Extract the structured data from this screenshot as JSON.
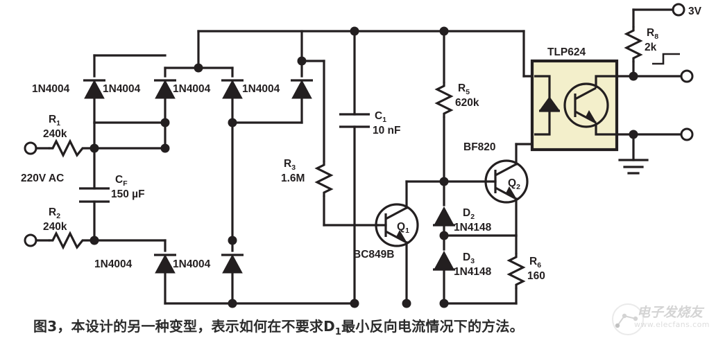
{
  "figure": {
    "title": "图3，本设计的另一种变型，表示如何在不要求D",
    "title_sub": "1",
    "title_rest": "最小反向电流情况下的方法。",
    "caption_full": "图3，本设计的另一种变型，表示如何在不要求D1最小反向电流情况下的方法。"
  },
  "source_labels": {
    "ac_source": "220V AC",
    "supply_rail": "3V"
  },
  "components": {
    "r1": {
      "ref": "R",
      "sub": "1",
      "value": "240k"
    },
    "r2": {
      "ref": "R",
      "sub": "2",
      "value": "240k"
    },
    "r3": {
      "ref": "R",
      "sub": "3",
      "value": "1.6M"
    },
    "r5": {
      "ref": "R",
      "sub": "5",
      "value": "620k"
    },
    "r6": {
      "ref": "R",
      "sub": "6",
      "value": "160"
    },
    "r8": {
      "ref": "R",
      "sub": "8",
      "value": "2k"
    },
    "cf": {
      "ref": "C",
      "sub": "F",
      "value": "150 µF"
    },
    "c1": {
      "ref": "C",
      "sub": "1",
      "value": "10 nF"
    },
    "q1": {
      "ref": "Q",
      "sub": "1",
      "part": "BC849B"
    },
    "q2": {
      "ref": "Q",
      "sub": "2",
      "part": "BF820"
    },
    "d2": {
      "ref": "D",
      "sub": "2",
      "part": "1N4148"
    },
    "d3": {
      "ref": "D",
      "sub": "3",
      "part": "1N4148"
    },
    "opto": {
      "part": "TLP624"
    }
  },
  "bridge_diodes": {
    "part": "1N4004",
    "top_row_labels": [
      "1N4004",
      "1N4004",
      "1N4004",
      "1N4004"
    ],
    "bottom_row_labels": [
      "1N4004",
      "1N4004"
    ]
  },
  "icons": {
    "ground": "ground-icon",
    "pulse_output": "pulse-waveform-icon",
    "terminal": "terminal-circle-icon"
  },
  "colors": {
    "wire": "#231f20",
    "opto_fill": "#f3efcb",
    "background": "#ffffff"
  },
  "watermark": {
    "text": "电子发烧友",
    "url": "www.elecfans.com"
  }
}
